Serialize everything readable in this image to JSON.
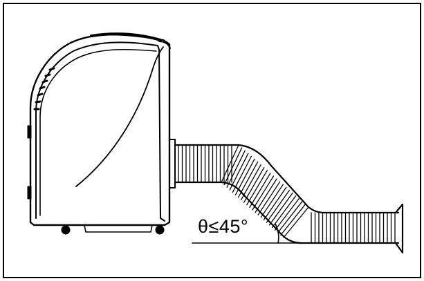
{
  "diagram": {
    "angle_label": "θ≤45°",
    "line_color": "#000000",
    "background": "#ffffff",
    "depicted_objects": [
      "portable-air-conditioner",
      "exhaust-hose",
      "floor-line",
      "angle-arc"
    ]
  }
}
